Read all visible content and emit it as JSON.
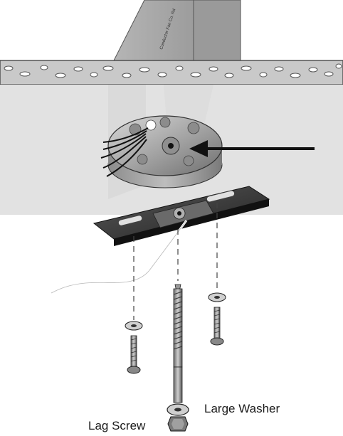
{
  "labels": {
    "large_washer": "Large Washer",
    "lag_screw": "Lag Screw"
  },
  "joist_label": "Conductor Fan Co. Rd",
  "colors": {
    "ceiling_band": "#c8c8c8",
    "ceiling_face": "#dcdcdc",
    "joist": "#a8a8a8",
    "joist_dark": "#8a8a8a",
    "box_metal": "#9a9a9a",
    "bracket": "#3a3a3a",
    "arrow": "#111111",
    "dash_line": "#555555"
  },
  "icons": {
    "pointer": "arrow-left-icon",
    "screw": "screw-icon",
    "washer": "washer-icon",
    "box": "electrical-box-icon",
    "bracket": "mounting-bracket-icon",
    "wire": "wire-icon"
  }
}
